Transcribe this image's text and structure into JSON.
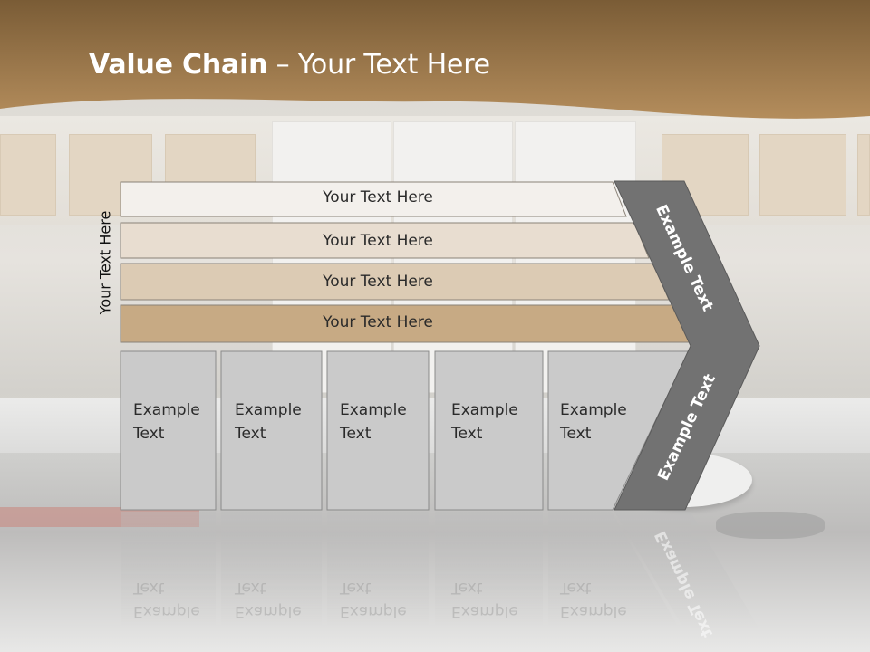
{
  "slide": {
    "title_bold": "Value Chain",
    "title_rest": " – Your Text Here",
    "side_label": "Your Text Here",
    "rows": [
      {
        "label": "Your Text Here"
      },
      {
        "label": "Your Text Here"
      },
      {
        "label": "Your Text Here"
      },
      {
        "label": "Your Text Here"
      }
    ],
    "columns": [
      {
        "line1": "Example",
        "line2": "Text"
      },
      {
        "line1": "Example",
        "line2": "Text"
      },
      {
        "line1": "Example",
        "line2": "Text"
      },
      {
        "line1": "Example",
        "line2": "Text"
      },
      {
        "line1": "Example",
        "line2": "Text"
      }
    ],
    "chevron_top": "Example Text",
    "chevron_bottom": "Example Text"
  },
  "colors": {
    "banner": "#a07a4a",
    "row_fills": [
      "#f3f0ec",
      "#e8ddd0",
      "#dccbb4",
      "#c7aa84"
    ],
    "column_fill": "#cacaca",
    "chevron": "#727272"
  }
}
